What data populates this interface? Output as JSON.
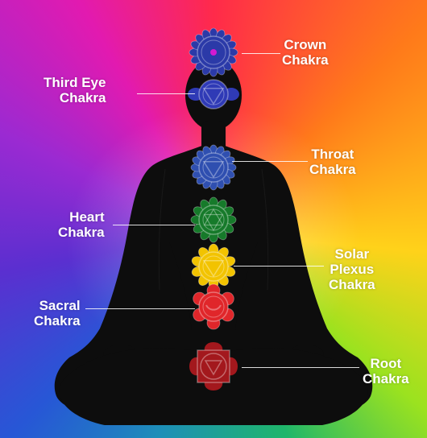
{
  "chakras": [
    {
      "id": "crown",
      "lines": [
        "Crown",
        "Chakra"
      ],
      "color": "#2b3aa8"
    },
    {
      "id": "third-eye",
      "lines": [
        "Third Eye",
        "Chakra"
      ],
      "color": "#2f3ab6"
    },
    {
      "id": "throat",
      "lines": [
        "Throat",
        "Chakra"
      ],
      "color": "#2f4fb0"
    },
    {
      "id": "heart",
      "lines": [
        "Heart",
        "Chakra"
      ],
      "color": "#167a2a"
    },
    {
      "id": "solar-plexus",
      "lines": [
        "Solar",
        "Plexus",
        "Chakra"
      ],
      "color": "#f2c300"
    },
    {
      "id": "sacral",
      "lines": [
        "Sacral",
        "Chakra"
      ],
      "color": "#e0262a"
    },
    {
      "id": "root",
      "lines": [
        "Root",
        "Chakra"
      ],
      "color": "#a3181d"
    }
  ],
  "figure_color": "#0d0d0d",
  "label_color": "#ffffff"
}
